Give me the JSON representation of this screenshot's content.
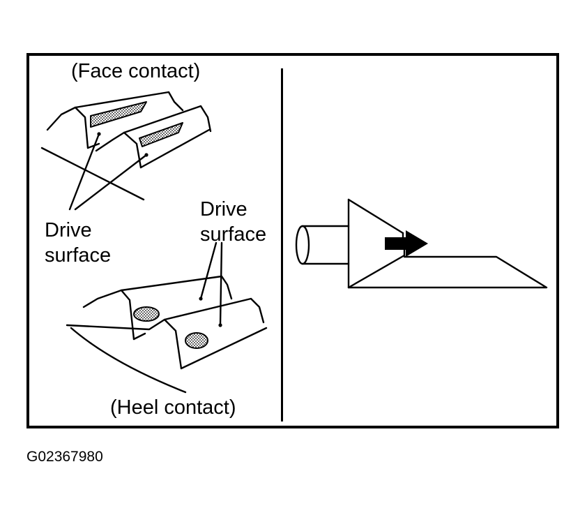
{
  "labels": {
    "face_contact": "(Face contact)",
    "heel_contact": "(Heel contact)",
    "drive_surface_left": [
      "Drive",
      "surface"
    ],
    "drive_surface_right": [
      "Drive",
      "surface"
    ]
  },
  "figure_code": "G02367980",
  "colors": {
    "ink": "#000000",
    "paper": "#ffffff",
    "stipple": "#9a9a9a"
  },
  "icons": {
    "direction_arrow": "arrow-right-icon",
    "pinion": "pinion-shaft-icon"
  }
}
